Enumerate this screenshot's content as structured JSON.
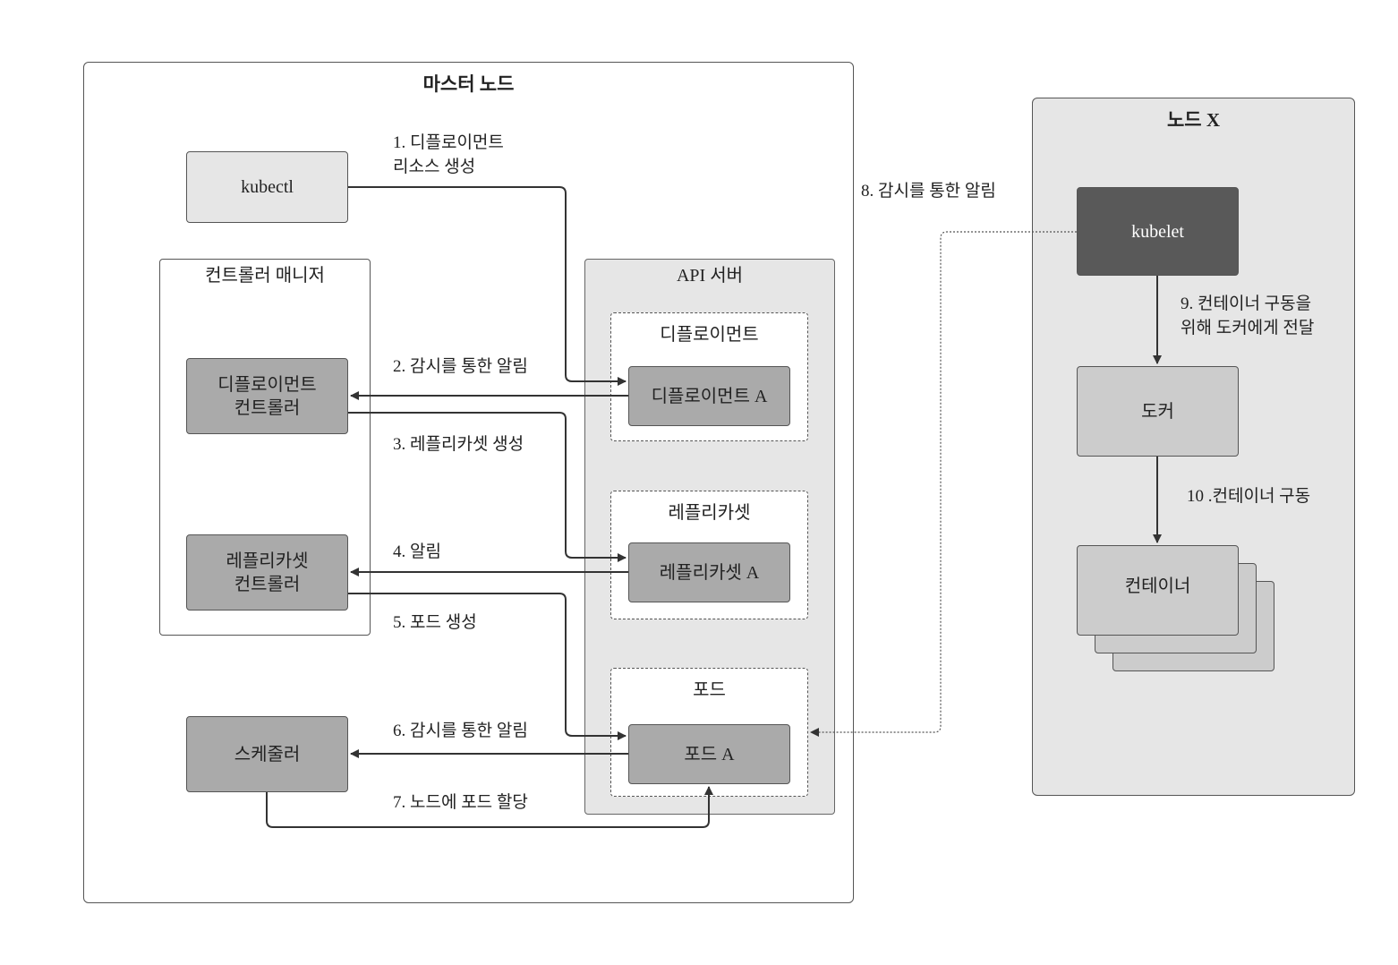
{
  "master_node": {
    "title": "마스터 노드"
  },
  "node_x": {
    "title": "노드 X"
  },
  "controller_manager": {
    "title": "컨트롤러 매니저"
  },
  "api_server": {
    "title": "API 서버",
    "deployment_group": "디플로이먼트",
    "replicaset_group": "레플리카셋",
    "pod_group": "포드"
  },
  "boxes": {
    "kubectl": "kubectl",
    "deployment_controller": "디플로이먼트\n컨트롤러",
    "replicaset_controller": "레플리카셋\n컨트롤러",
    "scheduler": "스케줄러",
    "deployment_a": "디플로이먼트 A",
    "replicaset_a": "레플리카셋 A",
    "pod_a": "포드 A",
    "kubelet": "kubelet",
    "docker": "도커",
    "container": "컨테이너"
  },
  "steps": {
    "s1": "1. 디플로이먼트\n리소스 생성",
    "s2": "2. 감시를 통한 알림",
    "s3": "3. 레플리카셋 생성",
    "s4": "4. 알림",
    "s5": "5. 포드 생성",
    "s6": "6. 감시를 통한 알림",
    "s7": "7. 노드에 포드 할당",
    "s8": "8. 감시를 통한 알림",
    "s9": "9. 컨테이너 구동을\n위해 도커에게 전달",
    "s10": "10 .컨테이너 구동"
  }
}
